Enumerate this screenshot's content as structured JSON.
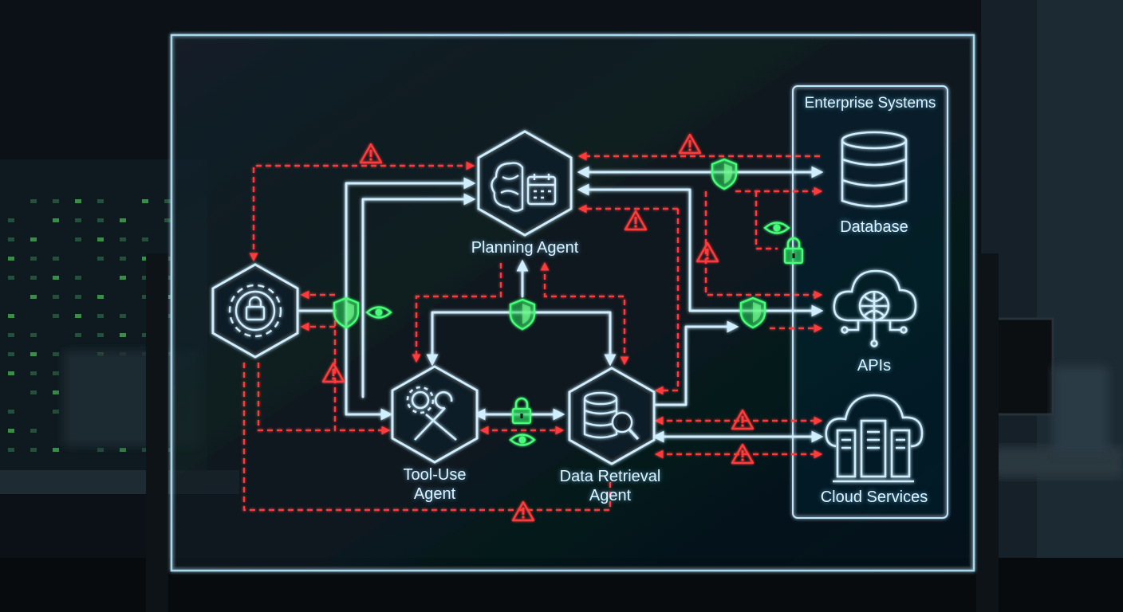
{
  "diagram": {
    "agents": {
      "planning": "Planning Agent",
      "tool_use": "Tool-Use\nAgent",
      "data_retrieval": "Data Retrieval\nAgent"
    },
    "enterprise": {
      "title": "Enterprise Systems",
      "database": "Database",
      "apis": "APIs",
      "cloud": "Cloud Services"
    }
  },
  "icons": {
    "orchestrator": "gear-lock-icon",
    "planning": "brain-calendar-icon",
    "tool_use": "wrench-gear-icon",
    "data_retrieval": "database-search-icon",
    "database": "database-icon",
    "apis": "cloud-globe-icon",
    "cloud": "cloud-server-icon",
    "security": "shield-icon",
    "monitor": "eye-icon",
    "alert": "warning-triangle-icon",
    "access": "padlock-icon"
  },
  "colors": {
    "glow": "#bfe6ff",
    "alert": "#ff3b3b",
    "secure": "#3dff6e",
    "background": "#0a1014"
  }
}
